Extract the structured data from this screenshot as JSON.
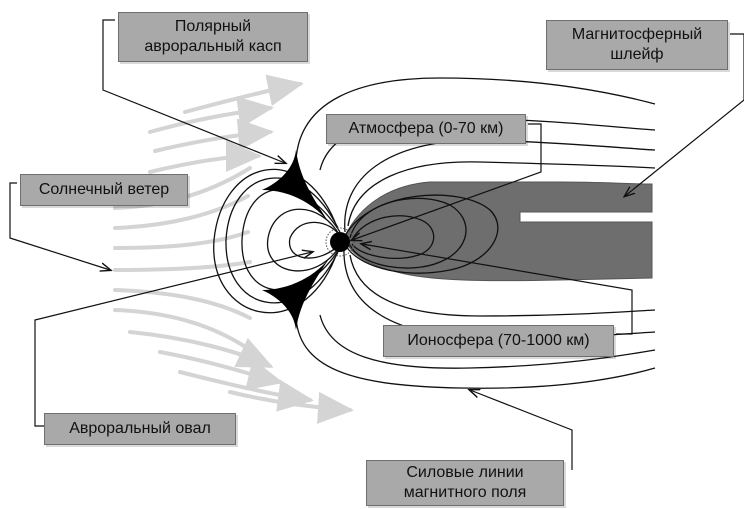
{
  "labels": {
    "polar_cusp": {
      "line1": "Полярный",
      "line2": "авроральный касп"
    },
    "magnetotail": {
      "line1": "Магнитосферный",
      "line2": "шлейф"
    },
    "atmosphere": "Атмосфера (0-70 км)",
    "solar_wind": "Солнечный ветер",
    "ionosphere": "Ионосфера (70-1000 км)",
    "auroral_oval": "Авроральный овал",
    "field_lines": {
      "line1": "Силовые линии",
      "line2": "магнитного поля"
    }
  },
  "colors": {
    "solar_wind_arrows": "#d4d4d4",
    "plasma_sheet": "#6e6e6e",
    "field_line": "#111111",
    "earth": "#000000",
    "label_fill": "#a9a9a9"
  }
}
